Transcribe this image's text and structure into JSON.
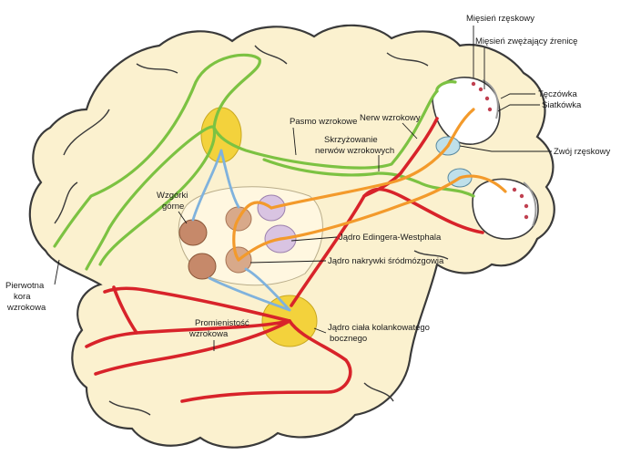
{
  "labels": {
    "miesien_rzeskowy": "Mięsień rzęskowy",
    "miesien_zwezajacy": "Mięsień zwężający źrenicę",
    "teczowka": "Tęczówka",
    "siatkowka": "Siatkówka",
    "nerw_wzrokowy": "Nerw wzrokowy",
    "pasmo_wzrokowe": "Pasmo wzrokowe",
    "skrzyzowanie_1": "Skrzyżowanie",
    "skrzyzowanie_2": "nerwów wzrokowych",
    "zwoj_rzeskowy": "Zwój rzęskowy",
    "wzgorki_1": "Wzgórki",
    "wzgorki_2": "górne",
    "jadro_edingera": "Jądro Edingera-Westphala",
    "jadro_nakrywki": "Jądro nakrywki śródmózgowia",
    "kora_1": "Pierwotna",
    "kora_2": "kora",
    "kora_3": "wzrokowa",
    "promienistosc_1": "Promienistość",
    "promienistosc_2": "wzrokowa",
    "jadro_ciala_1": "Jądro ciała kolankowatego",
    "jadro_ciala_2": "bocznego"
  },
  "colors": {
    "brain_fill": "#fbf1cf",
    "brain_stroke": "#3a3a3a",
    "green": "#7cc242",
    "red": "#d8232a",
    "orange": "#f39a2b",
    "blue": "#7fb2dd",
    "yellow": "#f3d23c",
    "lilac": "#d9c4e2",
    "tan": "#d8a98a"
  }
}
